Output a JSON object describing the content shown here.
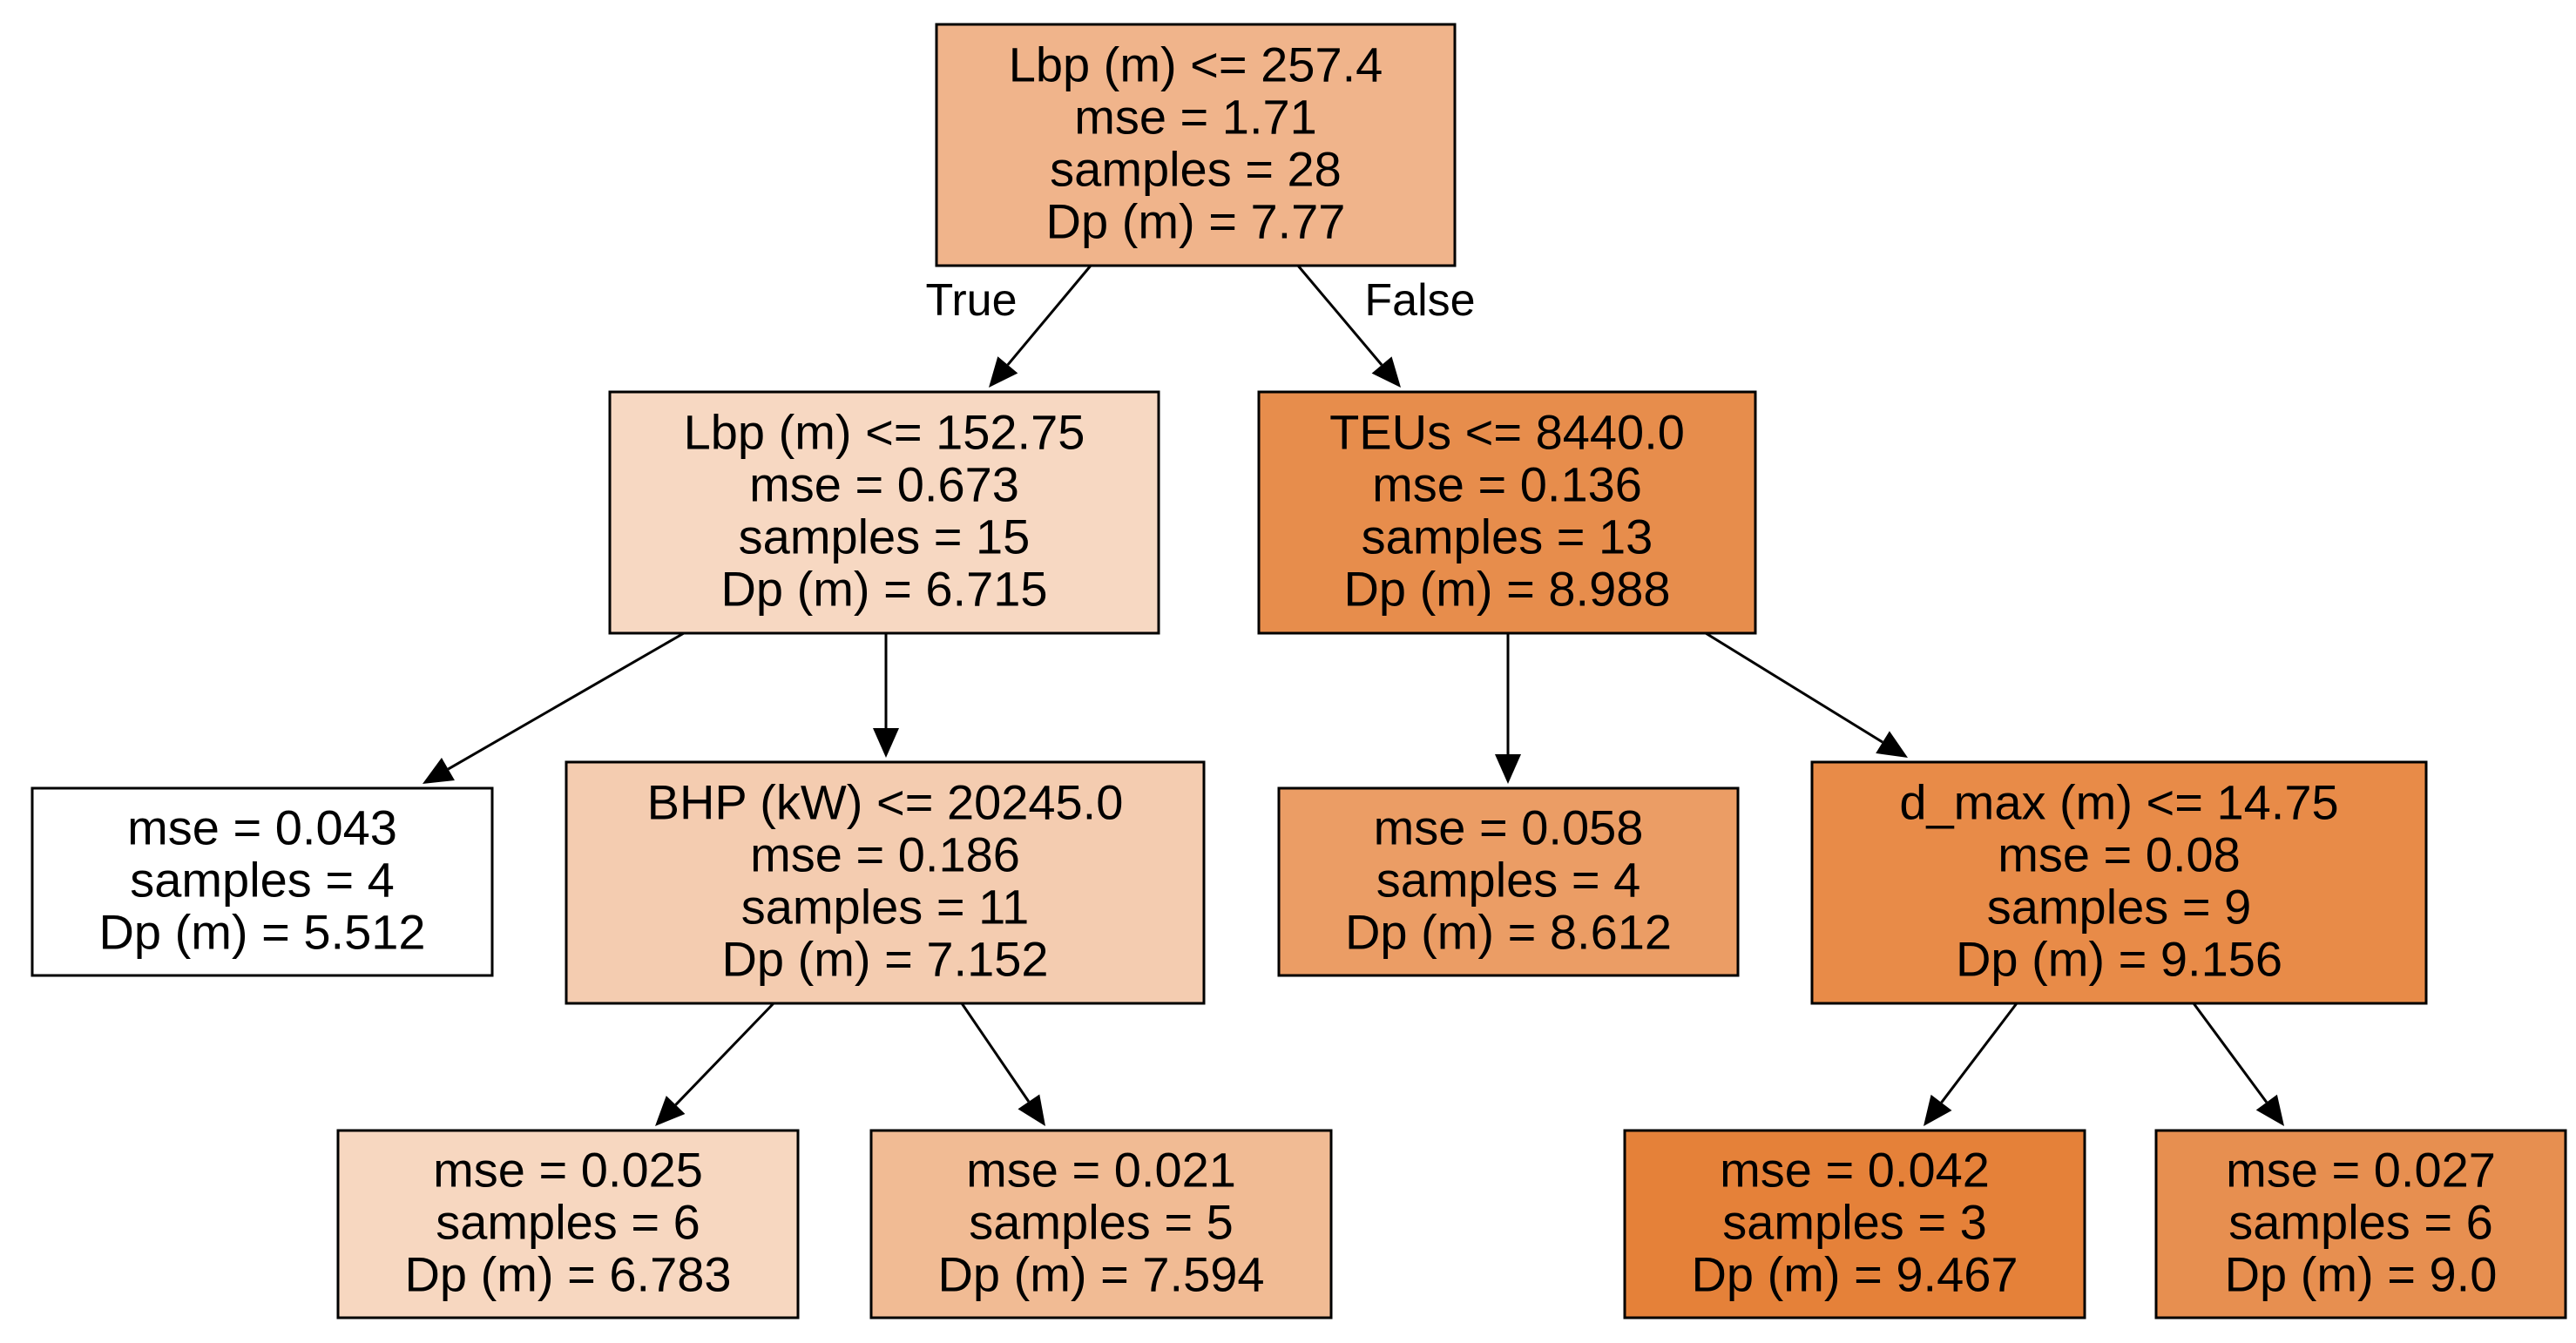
{
  "tree": {
    "nodes": [
      {
        "id": "root",
        "fill": "#f0b48b",
        "lines": [
          "Lbp (m) <= 257.4",
          "mse = 1.71",
          "samples = 28",
          "Dp (m) = 7.77"
        ]
      },
      {
        "id": "n1",
        "fill": "#f7d8c2",
        "lines": [
          "Lbp (m) <= 152.75",
          "mse = 0.673",
          "samples = 15",
          "Dp (m) = 6.715"
        ]
      },
      {
        "id": "n2",
        "fill": "#e78d4c",
        "lines": [
          "TEUs <= 8440.0",
          "mse = 0.136",
          "samples = 13",
          "Dp (m) = 8.988"
        ]
      },
      {
        "id": "leaf1",
        "fill": "#ffffff",
        "lines": [
          "mse = 0.043",
          "samples = 4",
          "Dp (m) = 5.512"
        ]
      },
      {
        "id": "n3",
        "fill": "#f4ccb0",
        "lines": [
          "BHP (kW) <= 20245.0",
          "mse = 0.186",
          "samples = 11",
          "Dp (m) = 7.152"
        ]
      },
      {
        "id": "leaf2",
        "fill": "#eb9d65",
        "lines": [
          "mse = 0.058",
          "samples = 4",
          "Dp (m) = 8.612"
        ]
      },
      {
        "id": "n4",
        "fill": "#e88b48",
        "lines": [
          "d_max (m) <= 14.75",
          "mse = 0.08",
          "samples = 9",
          "Dp (m) = 9.156"
        ]
      },
      {
        "id": "leaf3",
        "fill": "#f7d7c0",
        "lines": [
          "mse = 0.025",
          "samples = 6",
          "Dp (m) = 6.783"
        ]
      },
      {
        "id": "leaf4",
        "fill": "#f1bb94",
        "lines": [
          "mse = 0.021",
          "samples = 5",
          "Dp (m) = 7.594"
        ]
      },
      {
        "id": "leaf5",
        "fill": "#e58139",
        "lines": [
          "mse = 0.042",
          "samples = 3",
          "Dp (m) = 9.467"
        ]
      },
      {
        "id": "leaf6",
        "fill": "#e78f50",
        "lines": [
          "mse = 0.027",
          "samples = 6",
          "Dp (m) = 9.0"
        ]
      }
    ],
    "edges": [
      {
        "from": "root",
        "to": "n1",
        "label": "True"
      },
      {
        "from": "root",
        "to": "n2",
        "label": "False"
      },
      {
        "from": "n1",
        "to": "leaf1",
        "label": ""
      },
      {
        "from": "n1",
        "to": "n3",
        "label": ""
      },
      {
        "from": "n2",
        "to": "leaf2",
        "label": ""
      },
      {
        "from": "n2",
        "to": "n4",
        "label": ""
      },
      {
        "from": "n3",
        "to": "leaf3",
        "label": ""
      },
      {
        "from": "n3",
        "to": "leaf4",
        "label": ""
      },
      {
        "from": "n4",
        "to": "leaf5",
        "label": ""
      },
      {
        "from": "n4",
        "to": "leaf6",
        "label": ""
      }
    ]
  }
}
